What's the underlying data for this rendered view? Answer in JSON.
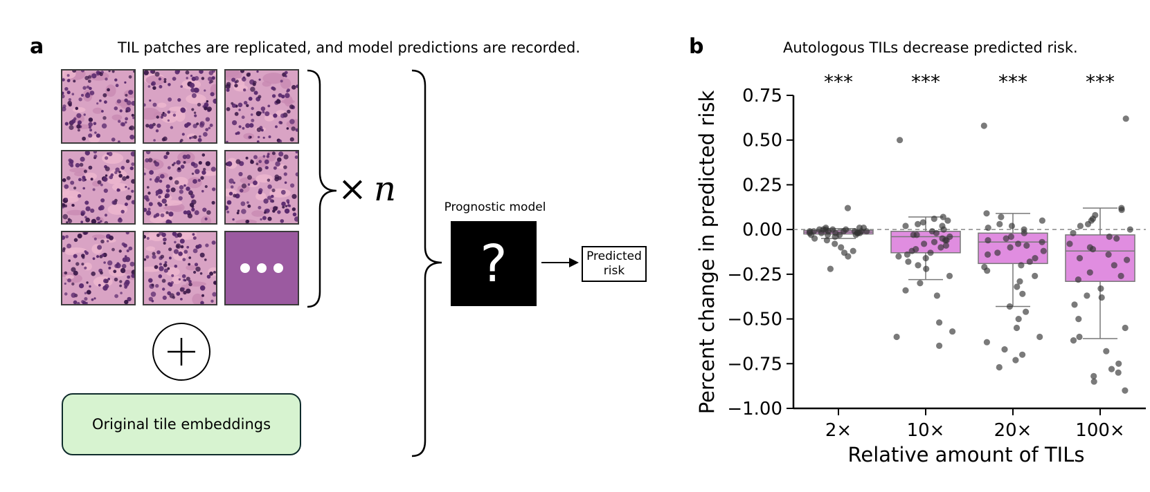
{
  "panel_a": {
    "letter": "a",
    "title": "TIL patches are replicated, and model predictions are recorded.",
    "multiplier_symbol": "×",
    "multiplier_var": "n",
    "model_label": "Prognostic model",
    "model_symbol": "?",
    "output_line1": "Predicted",
    "output_line2": "risk",
    "embeddings_label": "Original tile embeddings",
    "colors": {
      "tile_pink": "#d9a3c4",
      "tile_purple": "#5a2a6e",
      "more_tile": "#9b5aa0",
      "embeddings_fill": "#d7f3d0",
      "embeddings_border": "#0e2b2b"
    }
  },
  "panel_b": {
    "letter": "b",
    "title": "Autologous TILs decrease predicted risk."
  },
  "chart_data": {
    "type": "box",
    "title": "Autologous TILs decrease predicted risk.",
    "xlabel": "Relative amount of TILs",
    "ylabel": "Percent change in predicted risk",
    "categories": [
      "2×",
      "10×",
      "20×",
      "100×"
    ],
    "significance": [
      "***",
      "***",
      "***",
      "***"
    ],
    "ylim": [
      -1.0,
      0.75
    ],
    "yticks": [
      0.75,
      0.5,
      0.25,
      0.0,
      -0.25,
      -0.5,
      -0.75,
      -1.0
    ],
    "ytick_labels": [
      "0.75",
      "0.50",
      "0.25",
      "0.00",
      "−0.25",
      "−0.50",
      "−0.75",
      "−1.00"
    ],
    "reference_line": 0.0,
    "box_color": "#e08de0",
    "point_color": "#333333",
    "boxes": [
      {
        "q1": -0.025,
        "median": -0.015,
        "q3": -0.005,
        "whisker_low": -0.05,
        "whisker_high": 0.005
      },
      {
        "q1": -0.13,
        "median": -0.04,
        "q3": -0.01,
        "whisker_low": -0.28,
        "whisker_high": 0.07
      },
      {
        "q1": -0.19,
        "median": -0.07,
        "q3": -0.02,
        "whisker_low": -0.43,
        "whisker_high": 0.09
      },
      {
        "q1": -0.29,
        "median": -0.12,
        "q3": -0.03,
        "whisker_low": -0.61,
        "whisker_high": 0.12
      }
    ],
    "points": [
      [
        0.12,
        0.01,
        0.0,
        -0.01,
        -0.02,
        -0.01,
        0.0,
        -0.03,
        -0.02,
        -0.01,
        0.0,
        -0.02,
        -0.01,
        -0.03,
        0.01,
        -0.02,
        -0.04,
        -0.01,
        0.0,
        -0.02,
        -0.05,
        -0.03,
        -0.01,
        -0.06,
        -0.08,
        -0.1,
        -0.13,
        -0.15,
        -0.12,
        -0.22,
        0.01,
        -0.02,
        -0.03,
        0.0,
        -0.01
      ],
      [
        0.5,
        0.07,
        0.06,
        0.05,
        0.03,
        0.02,
        0.0,
        -0.01,
        -0.02,
        -0.03,
        -0.04,
        -0.05,
        -0.06,
        -0.07,
        -0.08,
        -0.1,
        -0.12,
        -0.14,
        -0.16,
        -0.18,
        -0.2,
        -0.22,
        -0.26,
        -0.3,
        -0.34,
        -0.37,
        -0.52,
        -0.57,
        -0.6,
        -0.65,
        0.02,
        -0.03,
        -0.09,
        -0.11,
        -0.15,
        0.04,
        -0.06,
        -0.13
      ],
      [
        0.58,
        0.09,
        0.07,
        0.05,
        0.02,
        0.0,
        -0.02,
        -0.04,
        -0.06,
        -0.08,
        -0.1,
        -0.12,
        -0.14,
        -0.16,
        -0.18,
        -0.2,
        -0.23,
        -0.26,
        -0.29,
        -0.32,
        -0.36,
        -0.43,
        -0.46,
        -0.5,
        -0.55,
        -0.6,
        -0.63,
        -0.67,
        -0.7,
        -0.73,
        -0.77,
        0.03,
        -0.05,
        -0.09,
        -0.13,
        -0.21,
        0.01,
        -0.07
      ],
      [
        0.62,
        0.12,
        0.11,
        0.08,
        0.05,
        0.03,
        0.0,
        -0.02,
        -0.05,
        -0.08,
        -0.11,
        -0.14,
        -0.17,
        -0.2,
        -0.24,
        -0.28,
        -0.33,
        -0.37,
        -0.42,
        -0.5,
        -0.55,
        -0.6,
        -0.62,
        -0.68,
        -0.75,
        -0.78,
        -0.8,
        -0.82,
        -0.85,
        -0.9,
        0.06,
        -0.04,
        -0.1,
        -0.16,
        -0.26,
        -0.38,
        0.02
      ]
    ]
  }
}
